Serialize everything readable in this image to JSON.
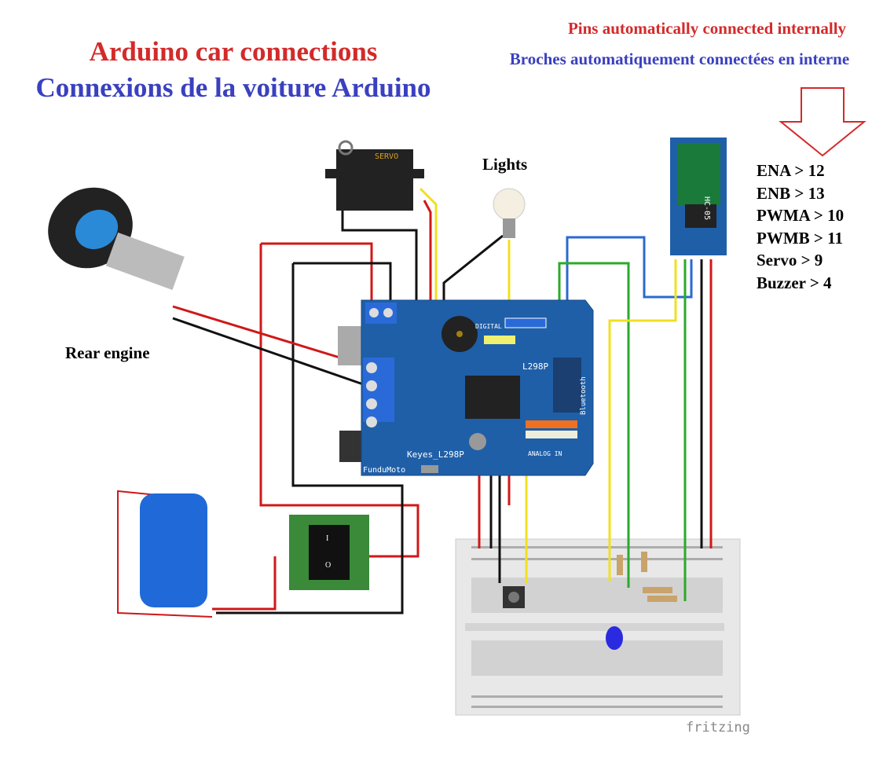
{
  "title": {
    "line1": "Arduino car connections",
    "line2": "Connexions de la voiture Arduino"
  },
  "note": {
    "line1": "Pins automatically connected internally",
    "line2": "Broches automatiquement connectées en interne"
  },
  "pin_map": [
    "ENA > 12",
    "ENB > 13",
    "PWMA > 10",
    "PWMB > 11",
    "Servo > 9",
    "Buzzer > 4"
  ],
  "labels": {
    "lights": "Lights",
    "rear_engine": "Rear engine"
  },
  "parts": {
    "servo": "SERVO",
    "bluetooth": "HC-05",
    "board_name": "Keyes_L298P",
    "board_brand": "FunduMoto",
    "chip": "L298P",
    "bt_header": "Bluetooth",
    "digital": "DIGITAL",
    "analog": "ANALOG IN",
    "switch_on": "I",
    "switch_off": "O"
  },
  "watermark": "fritzing",
  "colors": {
    "title_red": "#d42a2a",
    "title_blue": "#3a40c0",
    "board": "#1f5fa8",
    "wire_red": "#d01818",
    "wire_yellow": "#f0e020",
    "wire_green": "#2aaa2a",
    "wire_blue": "#2a6ad0"
  }
}
